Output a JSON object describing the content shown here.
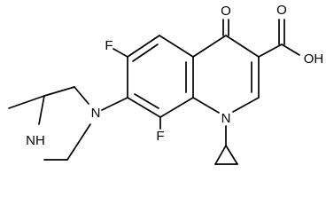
{
  "molecule": {
    "atom_labels": {
      "fluorine_top": "F",
      "fluorine_bottom": "F",
      "oxygen_ketone": "O",
      "oxygen_carbonyl": "O",
      "hydroxyl": "OH",
      "nitrogen_ring": "N",
      "nitrogen_piperazine": "N",
      "nh_piperazine": "NH"
    }
  }
}
